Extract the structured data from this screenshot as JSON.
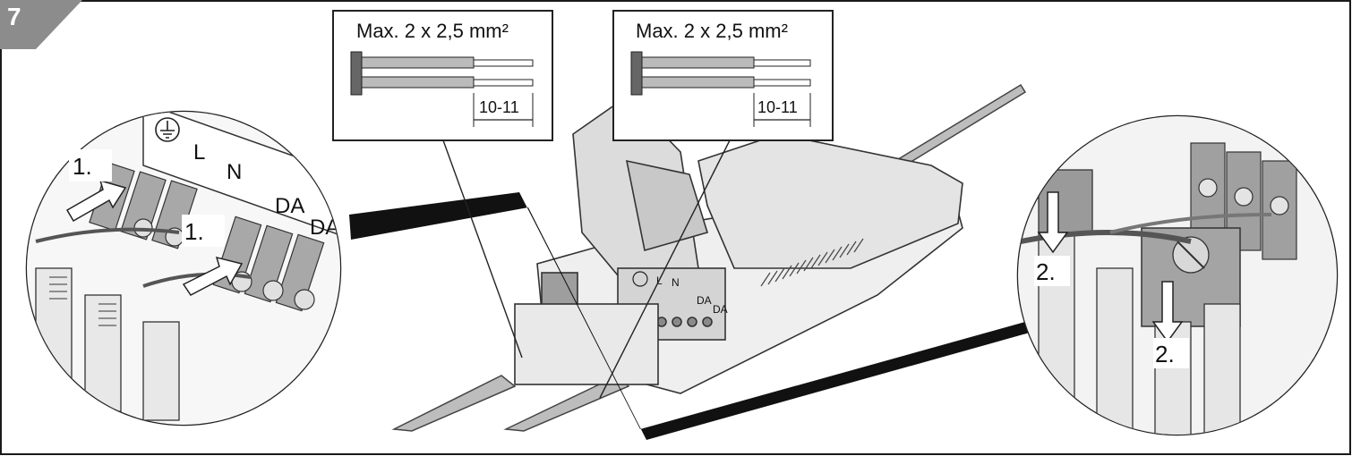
{
  "figure_number": "7",
  "insets": [
    {
      "title": "Max. 2 x 2,5 mm²",
      "strip_length": "10-11"
    },
    {
      "title": "Max. 2 x 2,5 mm²",
      "strip_length": "10-11"
    }
  ],
  "left_detail": {
    "terminal_labels": [
      "L",
      "N",
      "DA",
      "DA"
    ],
    "steps": [
      "1.",
      "1."
    ]
  },
  "device_terminals": [
    "L",
    "N",
    "DA",
    "DA"
  ],
  "right_detail": {
    "steps": [
      "2.",
      "2."
    ]
  },
  "colors": {
    "badge": "#8c8c8c",
    "outline": "#1a1a1a",
    "shade_light": "#d9d9d9",
    "shade_mid": "#9a9a9a",
    "shade_dark": "#5a5a5a"
  }
}
